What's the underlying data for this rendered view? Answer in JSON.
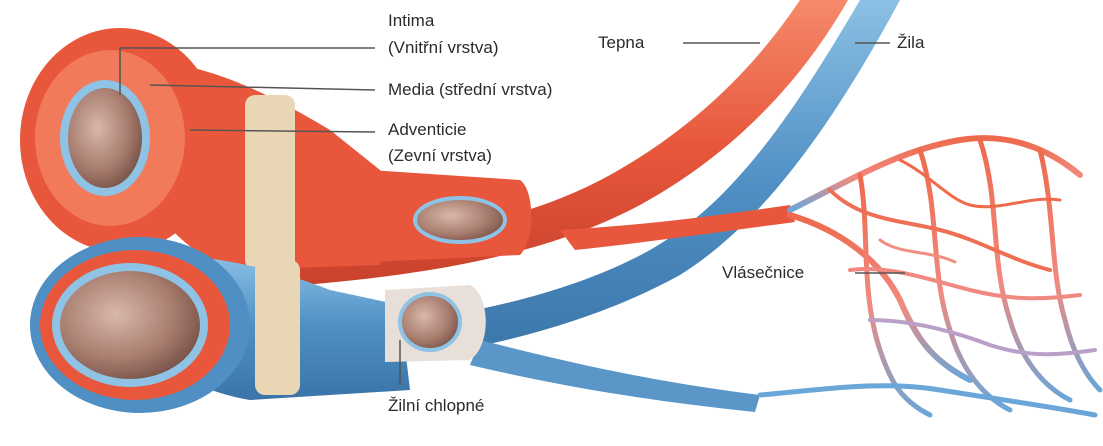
{
  "diagram": {
    "labels": {
      "intima": "Intima",
      "intima_sub": "(Vnitřní vrstva)",
      "media": "Media (střední vrstva)",
      "adventicie": "Adventicie",
      "adventicie_sub": "(Zevní vrstva)",
      "tepna": "Tepna",
      "zila": "Žila",
      "vlasecnice": "Vlásečnice",
      "zilni_chlopne": "Žilní chlopné"
    },
    "colors": {
      "artery": "#e8573c",
      "artery_light": "#f4876a",
      "vein": "#4f8fc4",
      "vein_light": "#8cc0e4",
      "adventitia_band": "#e9d6b4",
      "lumen": "#a77c6e",
      "endothelium": "#8ec3e6",
      "leader_line": "#555555"
    }
  }
}
